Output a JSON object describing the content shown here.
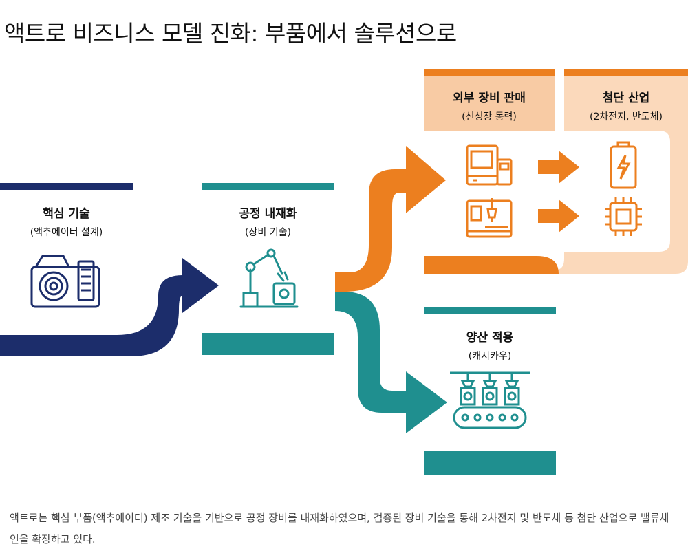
{
  "title": "액트로 비즈니스 모델 진화: 부품에서 솔루션으로",
  "stages": {
    "core": {
      "heading": "핵심 기술",
      "sub": "(액추에이터 설계)"
    },
    "insource": {
      "heading": "공정 내재화",
      "sub": "(장비 기술)"
    },
    "external": {
      "heading": "외부 장비 판매",
      "sub": "(신성장 동력)"
    },
    "advanced": {
      "heading": "첨단 산업",
      "sub": "(2차전지, 반도체)"
    },
    "mass": {
      "heading": "양산 적용",
      "sub": "(캐시카우)"
    }
  },
  "colors": {
    "navy": "#1c2d6b",
    "teal": "#1f8f8f",
    "orange": "#ec7f1f",
    "peach": "#f8cba4",
    "peach_light": "#fbd9bb"
  },
  "icons": {
    "core": "camera-module-icon",
    "insource": "robot-arm-icon",
    "equipment1": "machine-icon",
    "equipment2": "cnc-machine-icon",
    "battery": "battery-icon",
    "chip": "chip-icon",
    "mass": "conveyor-icon"
  },
  "caption": "액트로는 핵심 부품(액추에이터) 제조 기술을 기반으로 공정 장비를 내재화하였으며, 검증된 장비 기술을 통해 2차전지 및 반도체 등 첨단 산업으로 밸류체인을 확장하고 있다."
}
